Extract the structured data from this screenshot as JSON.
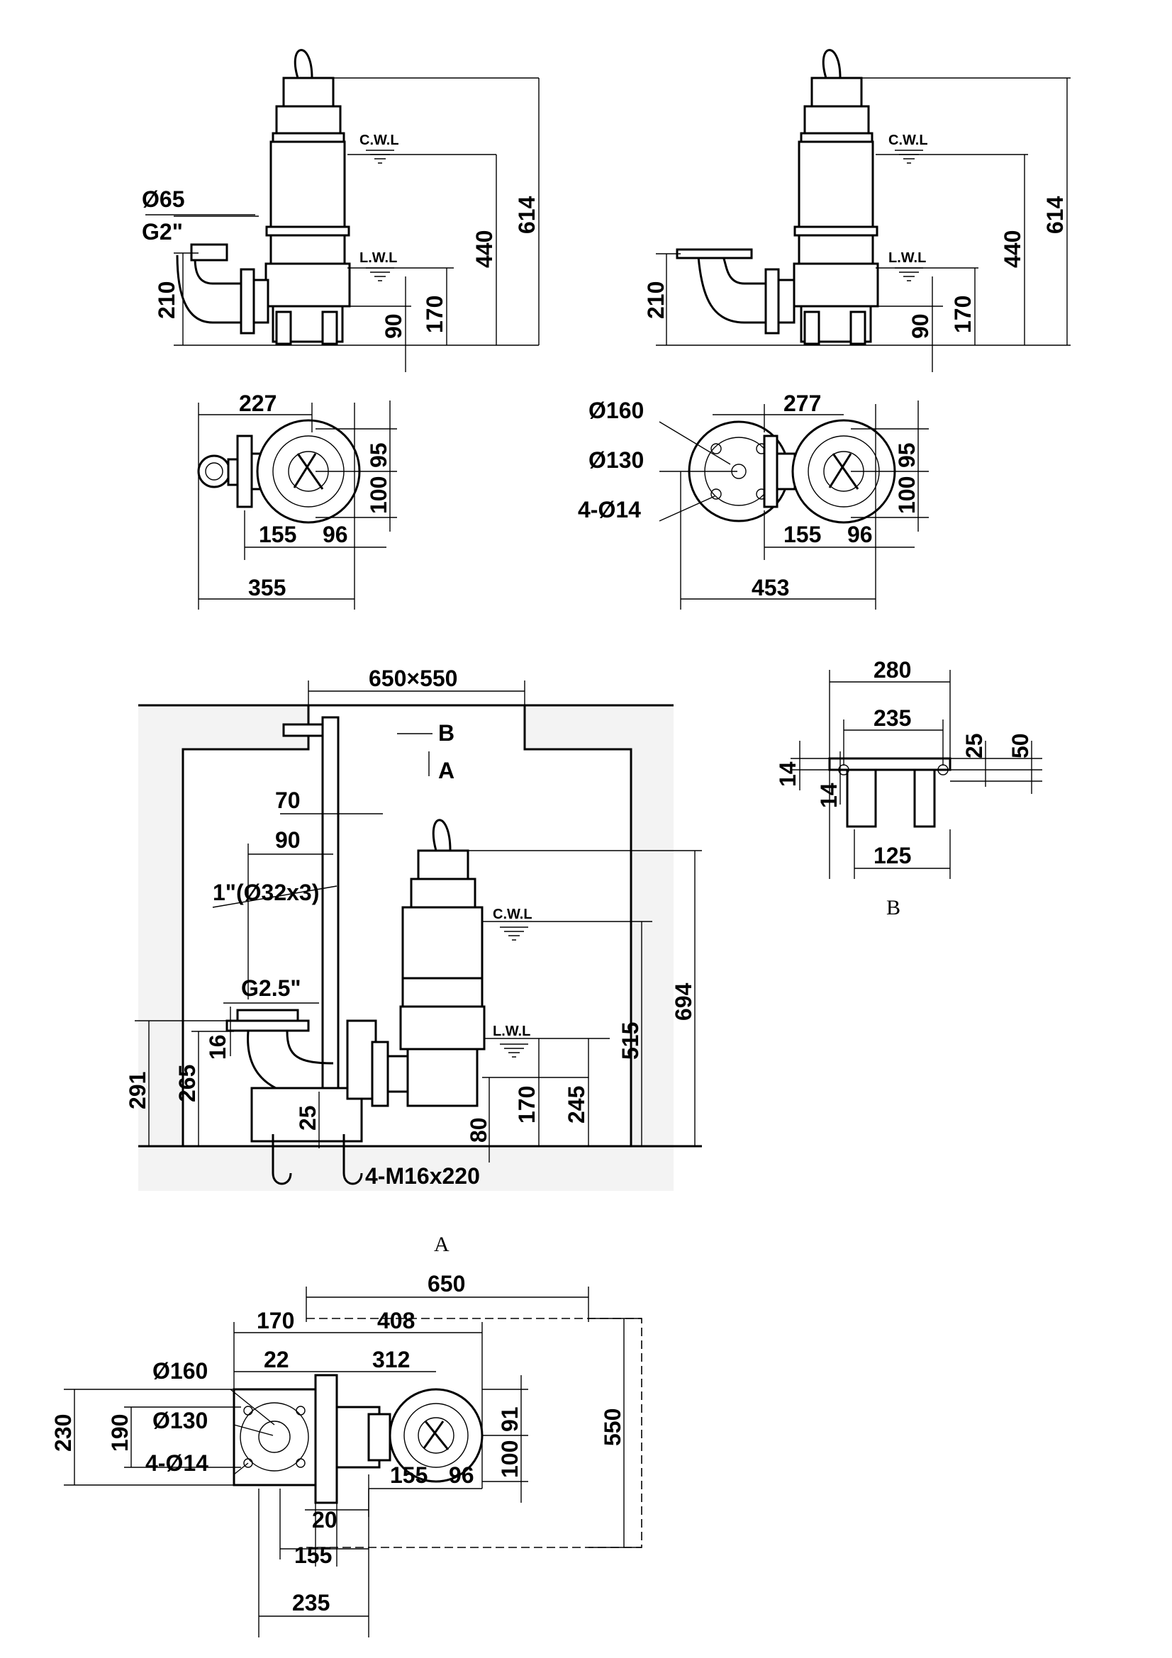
{
  "levels": {
    "cwl": "C.W.L",
    "lwl": "L.W.L"
  },
  "view_left": {
    "dims": {
      "d65": "Ø65",
      "g2": "G2\"",
      "h210": "210",
      "h90": "90",
      "h170": "170",
      "h440": "440",
      "h614": "614"
    }
  },
  "view_right": {
    "dims": {
      "h210": "210",
      "h90": "90",
      "h170": "170",
      "h440": "440",
      "h614": "614"
    }
  },
  "plan_left": {
    "dims": {
      "w227": "227",
      "v95": "95",
      "v100": "100",
      "w155": "155",
      "w96": "96",
      "w355": "355"
    }
  },
  "plan_right": {
    "dims": {
      "d160": "Ø160",
      "d130": "Ø130",
      "holes": "4-Ø14",
      "w277": "277",
      "v95": "95",
      "v100": "100",
      "w155": "155",
      "w96": "96",
      "w453": "453"
    }
  },
  "install": {
    "dims": {
      "opening": "650×550",
      "b_arrow": "B",
      "a_arrow": "A",
      "d70": "70",
      "d90": "90",
      "pipe": "1\"(Ø32x3)",
      "g25": "G2.5\"",
      "v16": "16",
      "v291": "291",
      "v265": "265",
      "v25": "25",
      "bolts": "4-M16x220",
      "v80": "80",
      "v170": "170",
      "v245": "245",
      "v515": "515",
      "v694": "694"
    }
  },
  "detail_b": {
    "title": "B",
    "dims": {
      "w280": "280",
      "w235": "235",
      "v25": "25",
      "v50": "50",
      "v14a": "14",
      "v14b": "14",
      "w125": "125"
    }
  },
  "view_a": {
    "title": "A",
    "dims": {
      "w650": "650",
      "w170": "170",
      "w408": "408",
      "d160": "Ø160",
      "w22": "22",
      "w312": "312",
      "d130": "Ø130",
      "holes": "4-Ø14",
      "v230": "230",
      "v190": "190",
      "v91": "91",
      "v100": "100",
      "w155a": "155",
      "w96": "96",
      "v550": "550",
      "w20": "20",
      "w155b": "155",
      "w235": "235"
    }
  }
}
